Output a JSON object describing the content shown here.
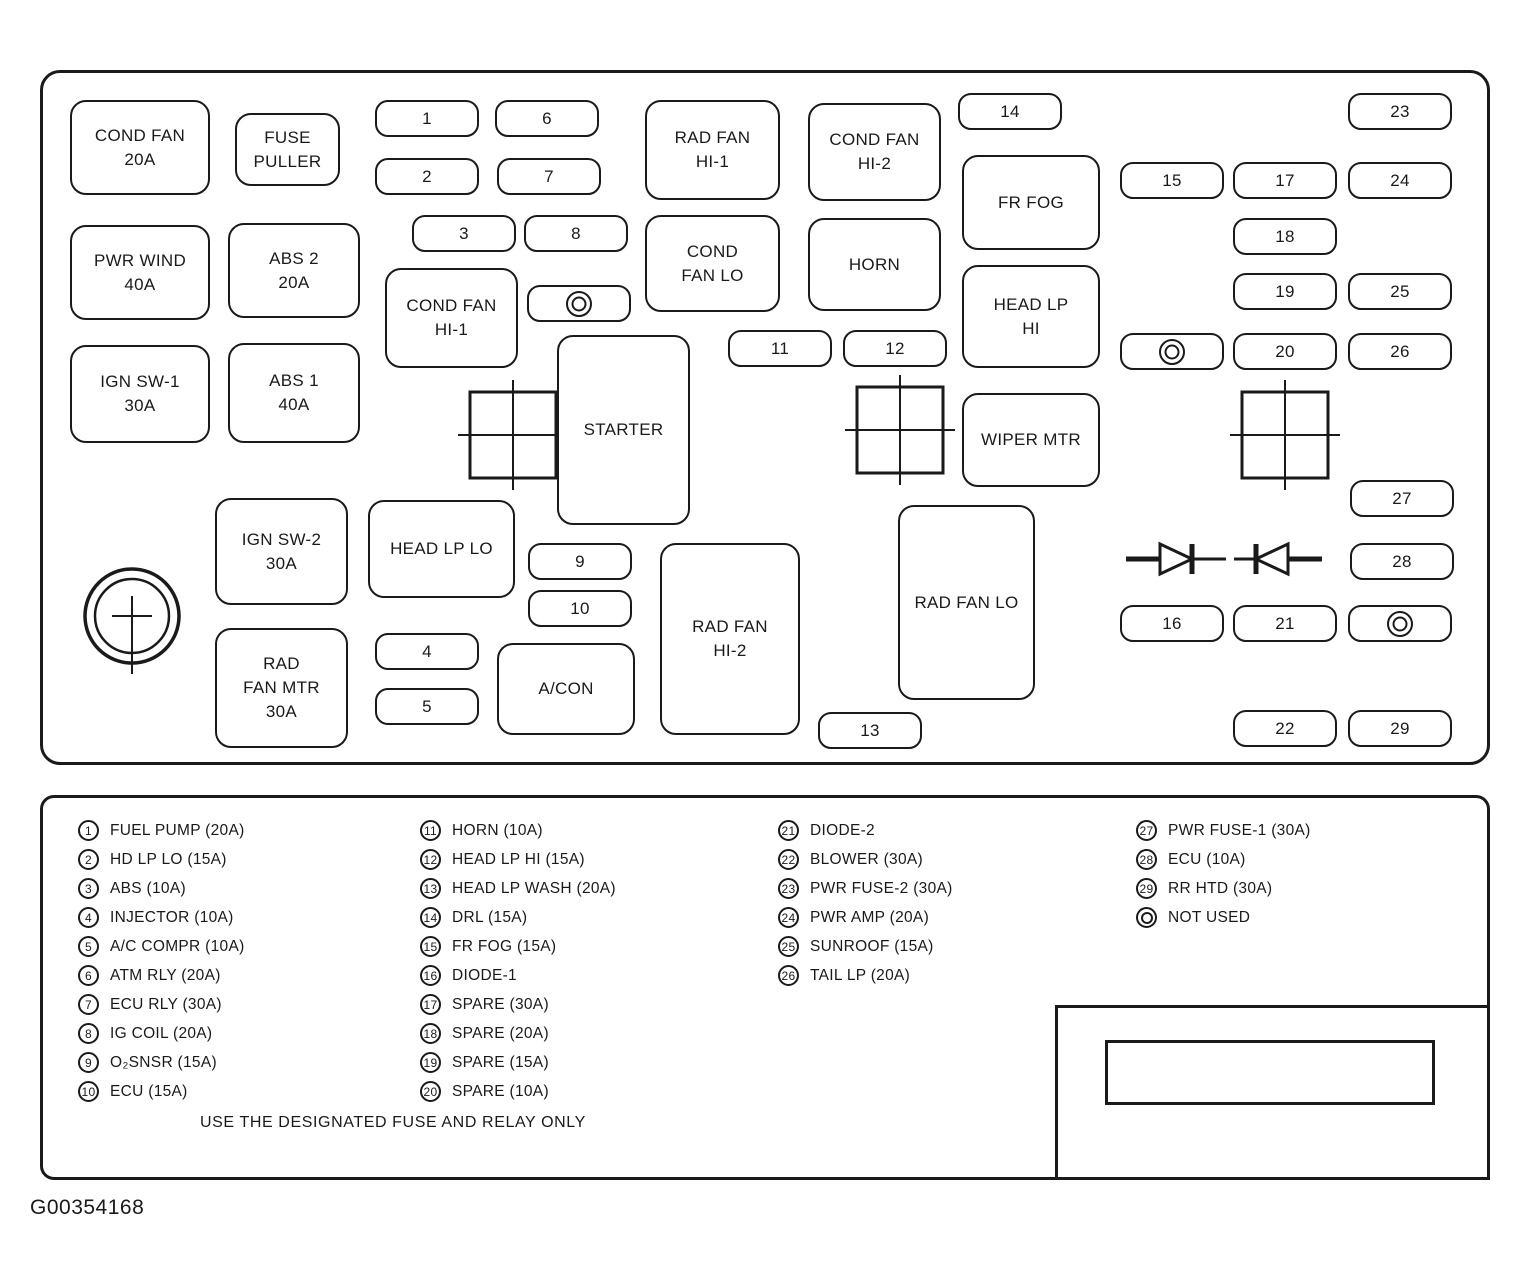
{
  "footer_code": "G00354168",
  "note": "USE THE DESIGNATED FUSE AND RELAY ONLY",
  "blocks": {
    "cond_fan_20a": "COND FAN\n20A",
    "fuse_puller": "FUSE\nPULLER",
    "rad_fan_hi_1": "RAD FAN\nHI-1",
    "cond_fan_hi_2": "COND FAN\nHI-2",
    "fr_fog": "FR FOG",
    "pwr_wind_40a": "PWR WIND\n40A",
    "abs_2_20a": "ABS 2\n20A",
    "cond_fan_lo": "COND\nFAN LO",
    "horn": "HORN",
    "cond_fan_hi_1": "COND FAN\nHI-1",
    "head_lp_hi": "HEAD LP\nHI",
    "ign_sw_1_30a": "IGN SW-1\n30A",
    "abs_1_40a": "ABS 1\n40A",
    "starter": "STARTER",
    "wiper_mtr": "WIPER MTR",
    "ign_sw_2_30a": "IGN SW-2\n30A",
    "head_lp_lo": "HEAD LP LO",
    "rad_fan_hi_2": "RAD FAN\nHI-2",
    "rad_fan_lo": "RAD FAN LO",
    "rad_fan_mtr_30a": "RAD\nFAN MTR\n30A",
    "a_con": "A/CON"
  },
  "fuses": {
    "f1": "1",
    "f2": "2",
    "f3": "3",
    "f4": "4",
    "f5": "5",
    "f6": "6",
    "f7": "7",
    "f8": "8",
    "f9": "9",
    "f10": "10",
    "f11": "11",
    "f12": "12",
    "f13": "13",
    "f14": "14",
    "f15": "15",
    "f16": "16",
    "f17": "17",
    "f18": "18",
    "f19": "19",
    "f20": "20",
    "f21": "21",
    "f22": "22",
    "f23": "23",
    "f24": "24",
    "f25": "25",
    "f26": "26",
    "f27": "27",
    "f28": "28",
    "f29": "29"
  },
  "legend": {
    "col1": [
      {
        "n": "1",
        "t": "FUEL PUMP (20A)"
      },
      {
        "n": "2",
        "t": "HD LP LO (15A)"
      },
      {
        "n": "3",
        "t": "ABS (10A)"
      },
      {
        "n": "4",
        "t": "INJECTOR (10A)"
      },
      {
        "n": "5",
        "t": "A/C COMPR (10A)"
      },
      {
        "n": "6",
        "t": "ATM RLY (20A)"
      },
      {
        "n": "7",
        "t": "ECU RLY (30A)"
      },
      {
        "n": "8",
        "t": "IG COIL (20A)"
      },
      {
        "n": "9",
        "t": "O₂SNSR (15A)"
      },
      {
        "n": "10",
        "t": "ECU (15A)"
      }
    ],
    "col2": [
      {
        "n": "11",
        "t": "HORN (10A)"
      },
      {
        "n": "12",
        "t": "HEAD LP HI (15A)"
      },
      {
        "n": "13",
        "t": "HEAD LP WASH (20A)"
      },
      {
        "n": "14",
        "t": "DRL (15A)"
      },
      {
        "n": "15",
        "t": "FR FOG (15A)"
      },
      {
        "n": "16",
        "t": "DIODE-1"
      },
      {
        "n": "17",
        "t": "SPARE (30A)"
      },
      {
        "n": "18",
        "t": "SPARE (20A)"
      },
      {
        "n": "19",
        "t": "SPARE (15A)"
      },
      {
        "n": "20",
        "t": "SPARE (10A)"
      }
    ],
    "col3": [
      {
        "n": "21",
        "t": "DIODE-2"
      },
      {
        "n": "22",
        "t": "BLOWER (30A)"
      },
      {
        "n": "23",
        "t": "PWR FUSE-2 (30A)"
      },
      {
        "n": "24",
        "t": "PWR AMP (20A)"
      },
      {
        "n": "25",
        "t": "SUNROOF (15A)"
      },
      {
        "n": "26",
        "t": "TAIL LP (20A)"
      }
    ],
    "col4": [
      {
        "n": "27",
        "t": "PWR FUSE-1 (30A)"
      },
      {
        "n": "28",
        "t": "ECU (10A)"
      },
      {
        "n": "29",
        "t": "RR HTD (30A)"
      },
      {
        "n": "",
        "t": "NOT USED"
      }
    ]
  }
}
